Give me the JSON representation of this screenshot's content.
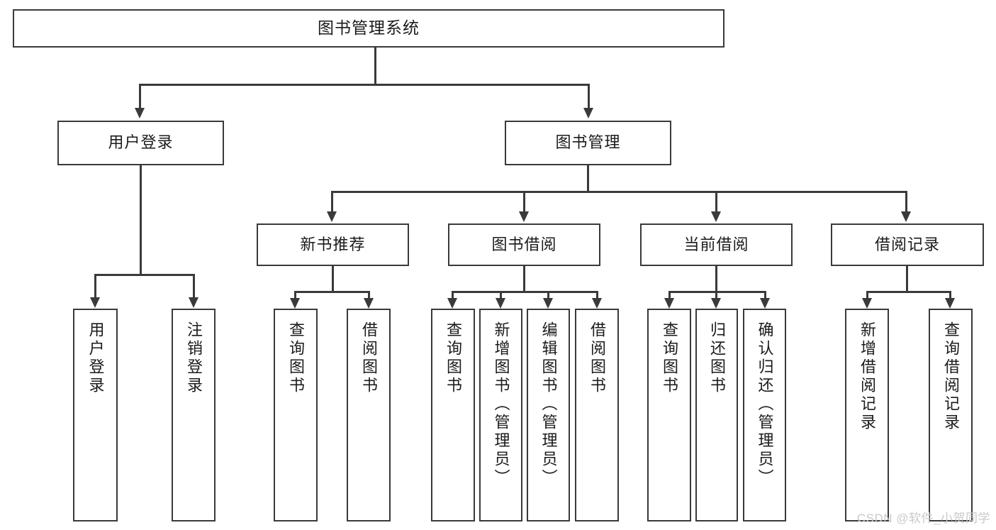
{
  "diagram": {
    "type": "tree-hierarchy-chart",
    "title": "图书管理系统",
    "watermark": "CSDN @软件_小贺同学",
    "style": {
      "box_fill": "#ffffff",
      "box_border": "#3a3a3a",
      "text_color": "#1b1b1b",
      "connector": "#3a3a3a",
      "watermark_color": "#c9c9c9",
      "background": "#ffffff"
    },
    "nodes": {
      "root": {
        "label": "图书管理系统"
      },
      "level2": [
        {
          "label": "用户登录"
        },
        {
          "label": "图书管理"
        }
      ],
      "level3": [
        {
          "label": "新书推荐"
        },
        {
          "label": "图书借阅"
        },
        {
          "label": "当前借阅"
        },
        {
          "label": "借阅记录"
        }
      ],
      "leaves": {
        "user_login": [
          {
            "label": "用户登录"
          },
          {
            "label": "注销登录"
          }
        ],
        "new_book_recommend": [
          {
            "label": "查询图书"
          },
          {
            "label": "借阅图书"
          }
        ],
        "book_borrow": [
          {
            "label": "查询图书"
          },
          {
            "label": "新增图书（管理员）"
          },
          {
            "label": "编辑图书（管理员）"
          },
          {
            "label": "借阅图书"
          }
        ],
        "current_borrow": [
          {
            "label": "查询图书"
          },
          {
            "label": "归还图书"
          },
          {
            "label": "确认归还（管理员）"
          }
        ],
        "borrow_record": [
          {
            "label": "新增借阅记录"
          },
          {
            "label": "查询借阅记录"
          }
        ]
      }
    }
  }
}
